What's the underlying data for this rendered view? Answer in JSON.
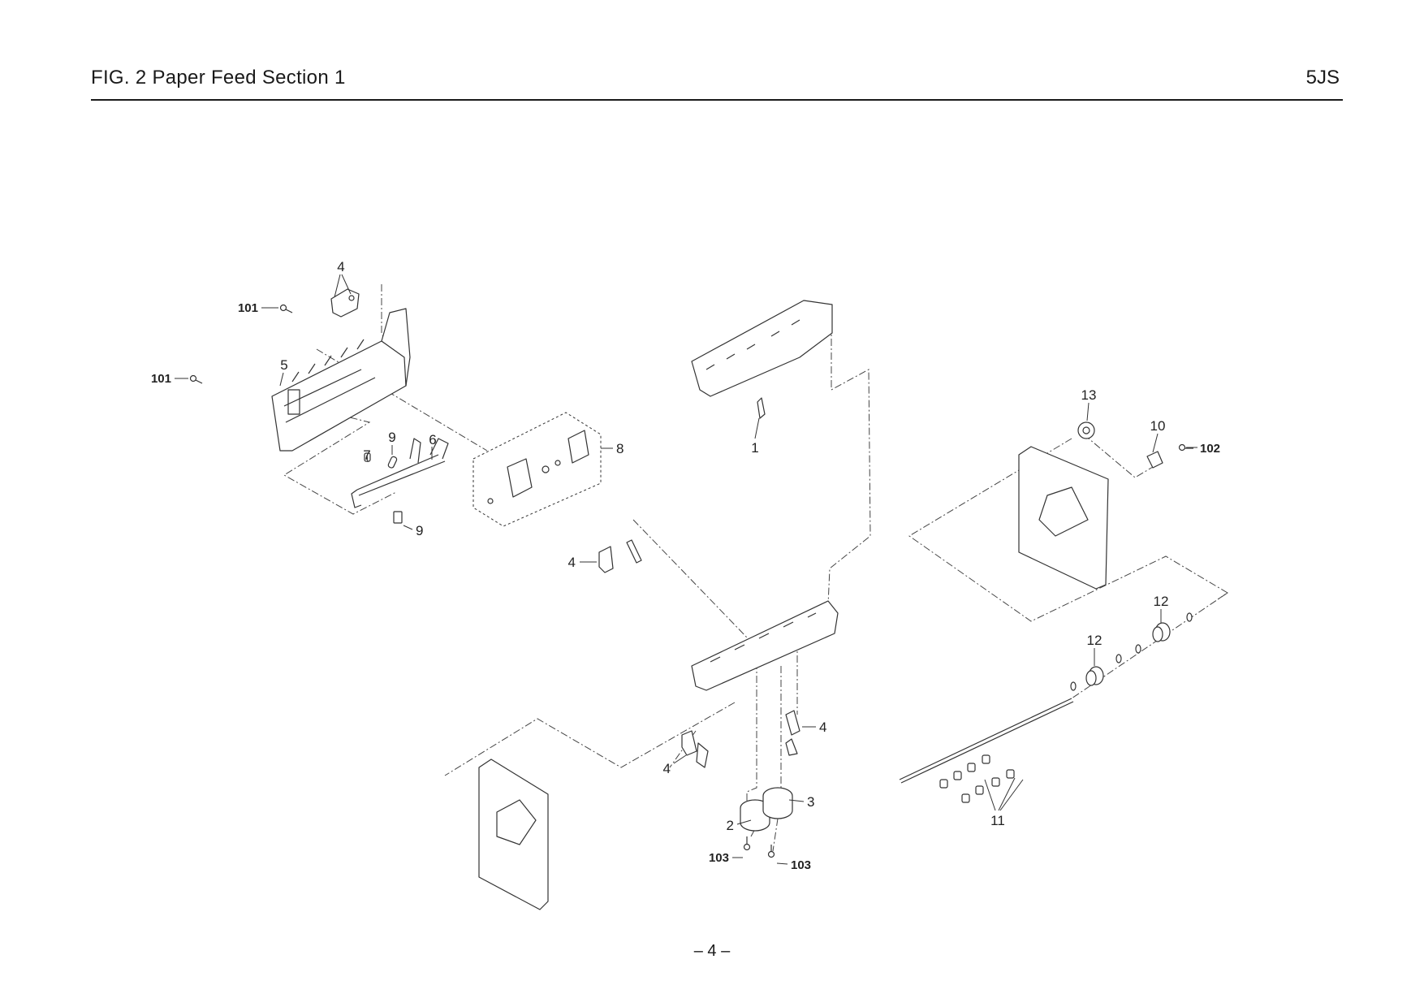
{
  "header": {
    "figure_title": "FIG.  2  Paper Feed Section 1",
    "model_code": "5JS"
  },
  "callouts": [
    {
      "id": "c4a",
      "label": "4"
    },
    {
      "id": "c101a",
      "label": "101"
    },
    {
      "id": "c101b",
      "label": "101"
    },
    {
      "id": "c5",
      "label": "5"
    },
    {
      "id": "c7",
      "label": "7"
    },
    {
      "id": "c9a",
      "label": "9"
    },
    {
      "id": "c6",
      "label": "6"
    },
    {
      "id": "c8",
      "label": "8"
    },
    {
      "id": "c9b",
      "label": "9"
    },
    {
      "id": "c1",
      "label": "1"
    },
    {
      "id": "c4b",
      "label": "4"
    },
    {
      "id": "c13",
      "label": "13"
    },
    {
      "id": "c10",
      "label": "10"
    },
    {
      "id": "c102",
      "label": "102"
    },
    {
      "id": "c12a",
      "label": "12"
    },
    {
      "id": "c12b",
      "label": "12"
    },
    {
      "id": "c4c",
      "label": "4"
    },
    {
      "id": "c4d",
      "label": "4"
    },
    {
      "id": "c3",
      "label": "3"
    },
    {
      "id": "c2",
      "label": "2"
    },
    {
      "id": "c103a",
      "label": "103"
    },
    {
      "id": "c103b",
      "label": "103"
    },
    {
      "id": "c11",
      "label": "11"
    }
  ],
  "footer": {
    "page_number": "– 4 –"
  }
}
